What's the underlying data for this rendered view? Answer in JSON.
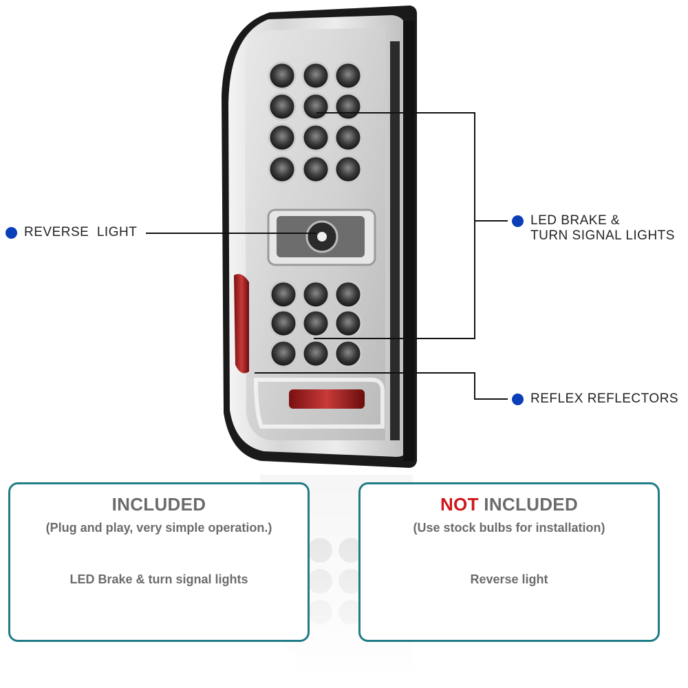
{
  "callouts": {
    "reverse": "REVERSE  LIGHT",
    "led_line1": "LED BRAKE &",
    "led_line2": "TURN SIGNAL LIGHTS",
    "reflex": "REFLEX REFLECTORS"
  },
  "included_box": {
    "title": "INCLUDED",
    "subtitle": "(Plug and play, very simple operation.)",
    "item": "LED Brake & turn signal lights"
  },
  "not_included_box": {
    "title_accent": "NOT",
    "title_rest": " INCLUDED",
    "subtitle": "(Use stock bulbs for installation)",
    "item": "Reverse light"
  },
  "colors": {
    "accent_dot": "#0a3fb8",
    "box_border": "#1f7c86",
    "not_red": "#d0171b"
  }
}
